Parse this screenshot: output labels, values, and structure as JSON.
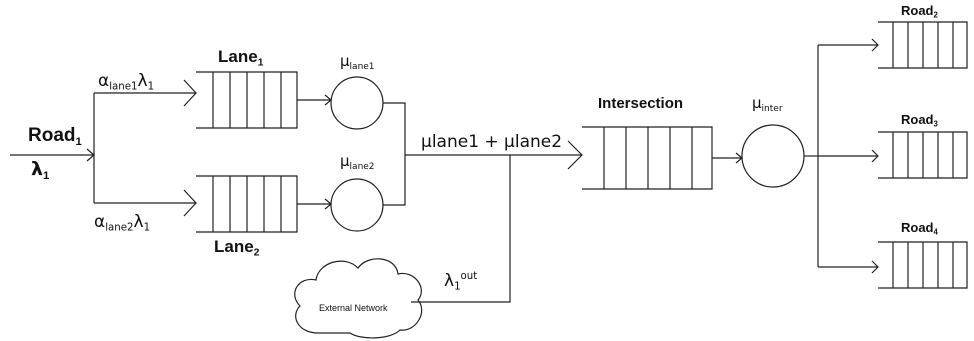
{
  "road1": {
    "name": "Road",
    "sub": "1",
    "rate": "λ",
    "rate_sub": "1"
  },
  "lane1": {
    "name": "Lane",
    "sub": "1",
    "arrival_coef": "α",
    "arrival_coef_sub": "lane1",
    "arrival_rate": "λ",
    "arrival_rate_sub": "1",
    "service": "μ",
    "service_sub": "lane1"
  },
  "lane2": {
    "name": "Lane",
    "sub": "2",
    "arrival_coef": "α",
    "arrival_coef_sub": "lane2",
    "arrival_rate": "λ",
    "arrival_rate_sub": "1",
    "service": "μ",
    "service_sub": "lane2"
  },
  "merge_label": "μlane1 + μlane2",
  "external": {
    "name": "External Network",
    "rate": "λ",
    "rate_sub": "1",
    "rate_sup": "out"
  },
  "intersection": {
    "name": "Intersection",
    "service": "μ",
    "service_sub": "inter"
  },
  "outputs": [
    {
      "name": "Road",
      "sub": "2"
    },
    {
      "name": "Road",
      "sub": "3"
    },
    {
      "name": "Road",
      "sub": "4"
    }
  ]
}
